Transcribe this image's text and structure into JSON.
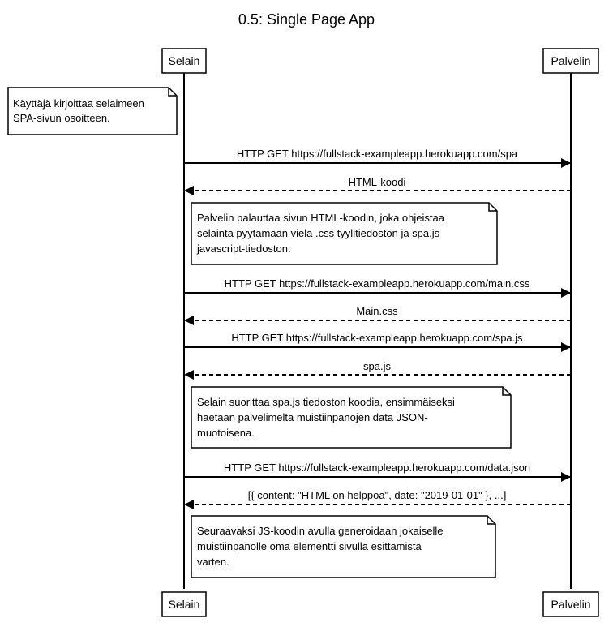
{
  "title": "0.5: Single Page App",
  "participants": {
    "browser": "Selain",
    "server": "Palvelin"
  },
  "notes": {
    "intro": [
      "Käyttäjä kirjoittaa selaimeen",
      "SPA-sivun osoitteen."
    ],
    "html_response": [
      "Palvelin palauttaa sivun HTML-koodin, joka ohjeistaa",
      "selainta pyytämään vielä .css tyylitiedoston ja spa.js",
      "javascript-tiedoston."
    ],
    "spa_exec": [
      "Selain suorittaa spa.js tiedoston koodia, ensimmäiseksi",
      "haetaan palvelimelta muistiinpanojen data JSON-",
      "muotoisena."
    ],
    "render": [
      "Seuraavaksi JS-koodin avulla generoidaan jokaiselle",
      "muistiinpanolle oma elementti sivulla esittämistä",
      "varten."
    ]
  },
  "messages": {
    "get_spa": "HTTP GET https://fullstack-exampleapp.herokuapp.com/spa",
    "resp_html": "HTML-koodi",
    "get_css": "HTTP GET https://fullstack-exampleapp.herokuapp.com/main.css",
    "resp_css": "Main.css",
    "get_js": "HTTP GET https://fullstack-exampleapp.herokuapp.com/spa.js",
    "resp_js": "spa.js",
    "get_json": "HTTP GET https://fullstack-exampleapp.herokuapp.com/data.json",
    "resp_json": "[{ content: \"HTML on helppoa\", date: \"2019-01-01\" }, ...]"
  }
}
